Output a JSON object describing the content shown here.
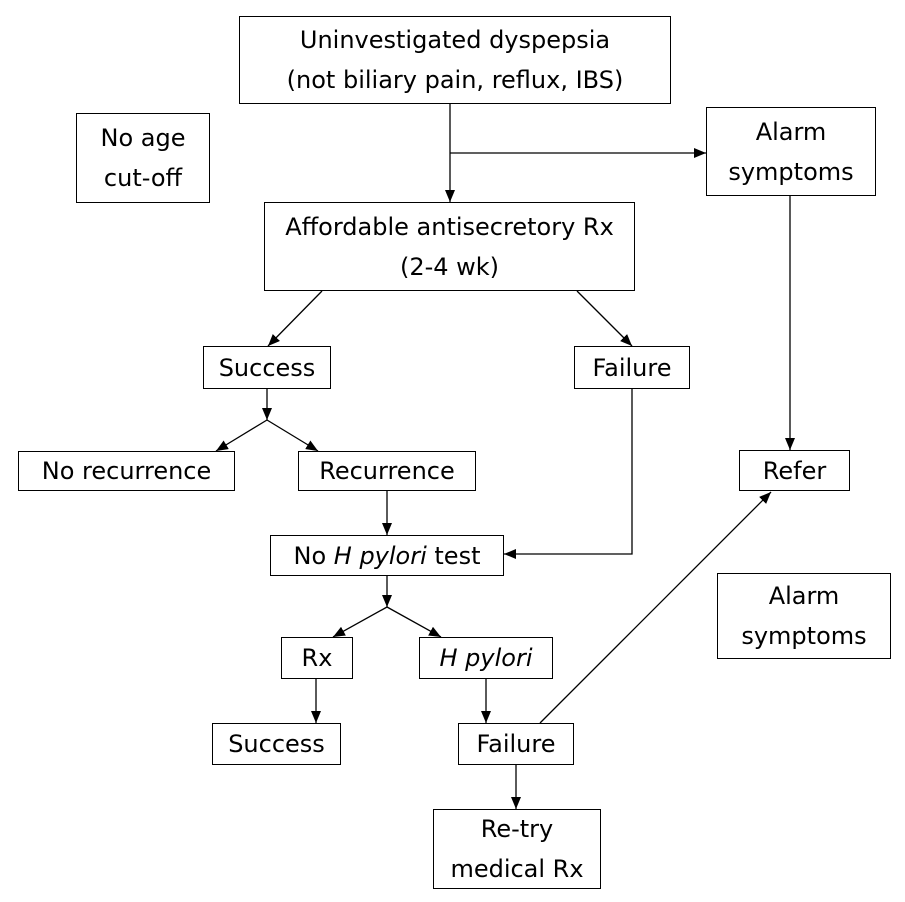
{
  "nodes": {
    "uninvestigated": {
      "line1": "Uninvestigated dyspepsia",
      "line2": "(not biliary pain, reflux, IBS)"
    },
    "no_age_cutoff": {
      "line1": "No age",
      "line2": "cut-off"
    },
    "alarm_top": {
      "line1": "Alarm",
      "line2": "symptoms"
    },
    "antisecretory": {
      "line1": "Affordable antisecretory Rx",
      "line2": "(2-4 wk)"
    },
    "success_1": {
      "label": "Success"
    },
    "failure_1": {
      "label": "Failure"
    },
    "no_recurrence": {
      "label": "No recurrence"
    },
    "recurrence": {
      "label": "Recurrence"
    },
    "refer": {
      "label": "Refer"
    },
    "no_hp_test": {
      "prefix": "No ",
      "organism": "H pylori",
      "suffix": " test"
    },
    "alarm_bottom": {
      "line1": "Alarm",
      "line2": "symptoms"
    },
    "rx": {
      "label": "Rx"
    },
    "hp": {
      "label": "H pylori"
    },
    "success_2": {
      "label": "Success"
    },
    "failure_2": {
      "label": "Failure"
    },
    "retry": {
      "line1": "Re-try",
      "line2": "medical Rx"
    }
  }
}
